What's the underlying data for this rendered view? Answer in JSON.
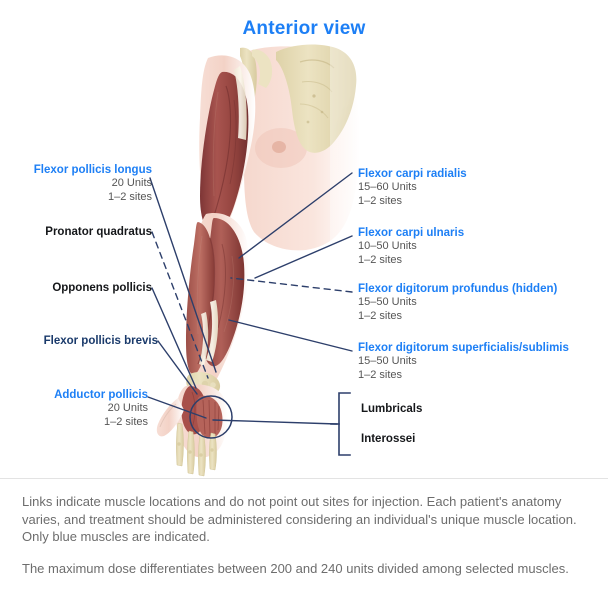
{
  "title": "Anterior view",
  "colors": {
    "accent_blue": "#1d7ff5",
    "navy": "#1a3a6b",
    "black": "#15171a",
    "sub_gray": "#555555",
    "footer_gray": "#6d6d6d",
    "line_navy": "#2d3f6b",
    "muscle_red": "#9e4b4b",
    "bone_ivory": "#e5dcb8",
    "skin_pink": "#f2d3c8"
  },
  "labels_left": [
    {
      "name": "Flexor pollicis longus",
      "units": "20 Units",
      "sites": "1–2 sites",
      "style": "blue",
      "line": "solid"
    },
    {
      "name": "Pronator quadratus",
      "units": "",
      "sites": "",
      "style": "black",
      "line": "dashed"
    },
    {
      "name": "Opponens pollicis",
      "units": "",
      "sites": "",
      "style": "black",
      "line": "solid"
    },
    {
      "name": "Flexor pollicis brevis",
      "units": "",
      "sites": "",
      "style": "navy",
      "line": "solid"
    },
    {
      "name": "Adductor pollicis",
      "units": "20 Units",
      "sites": "1–2 sites",
      "style": "blue",
      "line": "solid"
    }
  ],
  "labels_right": [
    {
      "name": "Flexor carpi radialis",
      "units": "15–60 Units",
      "sites": "1–2 sites",
      "style": "blue",
      "line": "solid"
    },
    {
      "name": "Flexor carpi ulnaris",
      "units": "10–50 Units",
      "sites": "1–2 sites",
      "style": "blue",
      "line": "solid"
    },
    {
      "name": "Flexor digitorum profundus (hidden)",
      "units": "15–50 Units",
      "sites": "1–2 sites",
      "style": "blue",
      "line": "dashed"
    },
    {
      "name": "Flexor digitorum superficialis/sublimis",
      "units": "15–50 Units",
      "sites": "1–2 sites",
      "style": "blue",
      "line": "solid"
    }
  ],
  "bracket_labels": [
    {
      "name": "Lumbricals",
      "style": "black"
    },
    {
      "name": "Interossei",
      "style": "black"
    }
  ],
  "footer": {
    "note_1": "Links indicate muscle locations and do not point out sites for injection. Each patient's anatomy varies, and treatment should be administered considering an individual's unique muscle location. Only blue muscles are indicated.",
    "note_2": "The maximum dose differentiates between 200 and 240 units divided among selected muscles."
  }
}
